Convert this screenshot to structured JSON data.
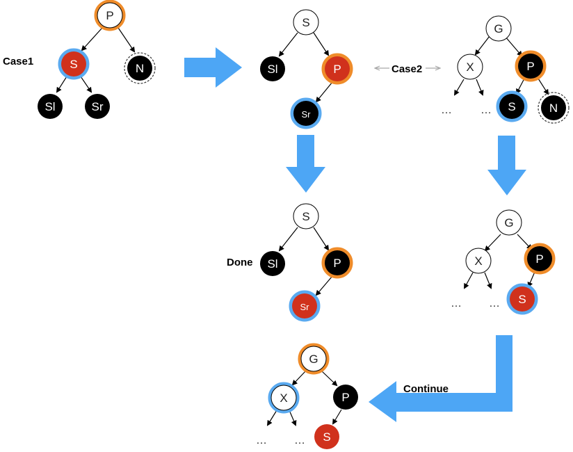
{
  "colors": {
    "black_node": "#000000",
    "red_node": "#d0311c",
    "white_node": "#ffffff",
    "orange_ring": "#ef8c2a",
    "blue_ring": "#5aaaf0",
    "arrow_blue": "#4da6f5",
    "edge": "#000000",
    "gray_arrow": "#a6a6a6"
  },
  "labels": {
    "case1": "Case1",
    "case2": "Case2",
    "done": "Done",
    "continue": "Continue",
    "ellipsis": "…"
  },
  "trees": [
    {
      "id": "case1-before",
      "nodes": [
        {
          "id": "P",
          "label": "P",
          "fill": "white",
          "ring": "orange"
        },
        {
          "id": "S",
          "label": "S",
          "fill": "red",
          "ring": "blue"
        },
        {
          "id": "N",
          "label": "N",
          "fill": "black",
          "ring": "dashed"
        },
        {
          "id": "Sl",
          "label": "Sl",
          "fill": "black",
          "ring": "none"
        },
        {
          "id": "Sr",
          "label": "Sr",
          "fill": "black",
          "ring": "none"
        }
      ]
    },
    {
      "id": "case1-rotated",
      "nodes": [
        {
          "id": "S",
          "label": "S",
          "fill": "white",
          "ring": "none"
        },
        {
          "id": "Sl",
          "label": "Sl",
          "fill": "black",
          "ring": "none"
        },
        {
          "id": "P",
          "label": "P",
          "fill": "red",
          "ring": "orange"
        },
        {
          "id": "Sr",
          "label": "Sr",
          "fill": "black",
          "ring": "blue"
        }
      ]
    },
    {
      "id": "case2-start",
      "nodes": [
        {
          "id": "G",
          "label": "G",
          "fill": "white",
          "ring": "none"
        },
        {
          "id": "X",
          "label": "X",
          "fill": "white",
          "ring": "none"
        },
        {
          "id": "P",
          "label": "P",
          "fill": "black",
          "ring": "orange"
        },
        {
          "id": "S",
          "label": "S",
          "fill": "black",
          "ring": "blue"
        },
        {
          "id": "N",
          "label": "N",
          "fill": "black",
          "ring": "dashed"
        }
      ]
    },
    {
      "id": "done-tree",
      "nodes": [
        {
          "id": "S",
          "label": "S",
          "fill": "white",
          "ring": "none"
        },
        {
          "id": "Sl",
          "label": "Sl",
          "fill": "black",
          "ring": "none"
        },
        {
          "id": "P",
          "label": "P",
          "fill": "black",
          "ring": "orange"
        },
        {
          "id": "Sr",
          "label": "Sr",
          "fill": "red",
          "ring": "blue"
        }
      ]
    },
    {
      "id": "case2-recolored",
      "nodes": [
        {
          "id": "G",
          "label": "G",
          "fill": "white",
          "ring": "none"
        },
        {
          "id": "X",
          "label": "X",
          "fill": "white",
          "ring": "none"
        },
        {
          "id": "P",
          "label": "P",
          "fill": "black",
          "ring": "orange"
        },
        {
          "id": "S",
          "label": "S",
          "fill": "red",
          "ring": "blue"
        }
      ]
    },
    {
      "id": "continue-tree",
      "nodes": [
        {
          "id": "G",
          "label": "G",
          "fill": "white",
          "ring": "orange"
        },
        {
          "id": "X",
          "label": "X",
          "fill": "white",
          "ring": "blue"
        },
        {
          "id": "P",
          "label": "P",
          "fill": "black",
          "ring": "none"
        },
        {
          "id": "S",
          "label": "S",
          "fill": "red",
          "ring": "none"
        }
      ]
    }
  ]
}
